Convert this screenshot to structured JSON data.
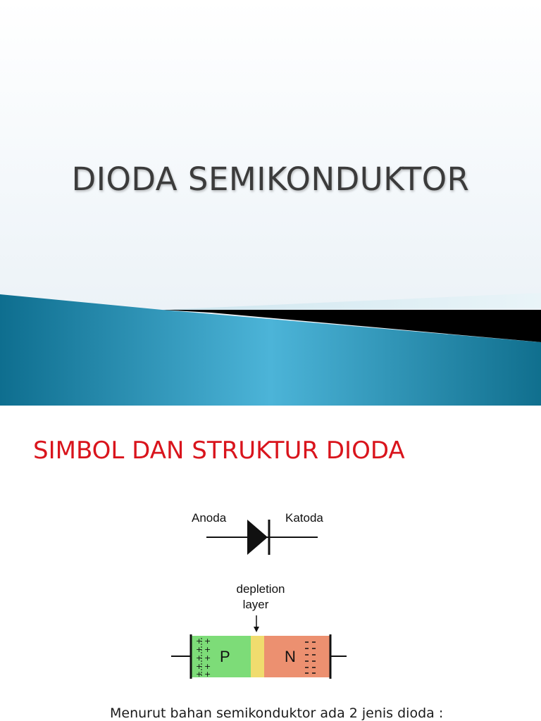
{
  "slide1": {
    "title": "DIODA SEMIKONDUKTOR",
    "colors": {
      "title": "#3b3b3b",
      "banner_teal": "#2d93b5",
      "banner_black": "#000000"
    }
  },
  "slide2": {
    "heading": "SIMBOL DAN STRUKTUR DIODA",
    "symbol": {
      "anode_label": "Anoda",
      "cathode_label": "Katoda"
    },
    "structure": {
      "depletion_label_line1": "depletion",
      "depletion_label_line2": "layer",
      "p_label": "P",
      "n_label": "N"
    },
    "caption": "Menurut bahan semikonduktor ada 2 jenis dioda :",
    "colors": {
      "heading": "#d9141c",
      "p_region": "#7ddc78",
      "depletion": "#f0dc6e",
      "n_region": "#ec9070"
    }
  }
}
